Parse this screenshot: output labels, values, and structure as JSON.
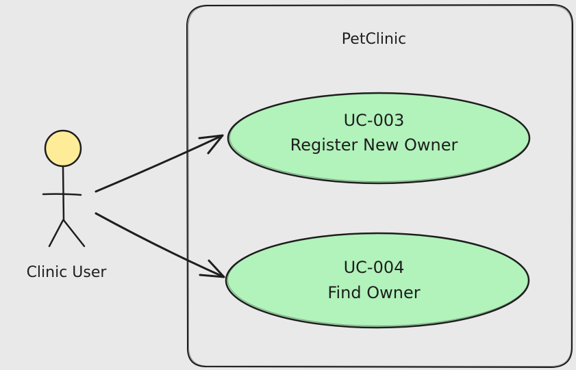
{
  "system": {
    "title": "PetClinic"
  },
  "actor": {
    "label": "Clinic User"
  },
  "use_cases": [
    {
      "id": "UC-003",
      "name": "Register New Owner"
    },
    {
      "id": "UC-004",
      "name": "Find Owner"
    }
  ],
  "colors": {
    "background": "#e9e9e9",
    "stroke": "#1e1e1e",
    "use_case_fill": "#b2f2bb",
    "actor_head_fill": "#ffec99"
  }
}
